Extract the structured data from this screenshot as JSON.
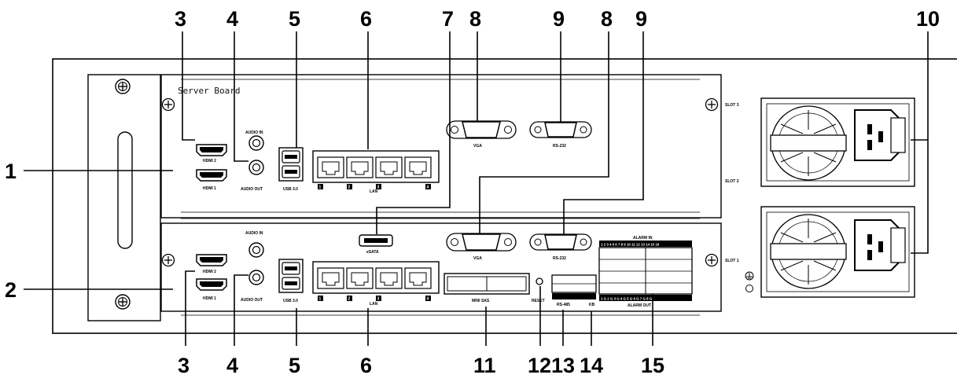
{
  "callouts": {
    "top": [
      "3",
      "4",
      "5",
      "6",
      "7",
      "8",
      "9",
      "8",
      "9",
      "10"
    ],
    "left": [
      "1",
      "2"
    ],
    "bottom": [
      "3",
      "4",
      "5",
      "6",
      "11",
      "12",
      "13",
      "14",
      "15"
    ]
  },
  "board": {
    "server_board": "Server Board",
    "slot1": "SLOT 1",
    "slot2": "SLOT 2",
    "slot3": "SLOT 3"
  },
  "upper": {
    "audio_in": "AUDIO IN",
    "audio_out": "AUDIO OUT",
    "hdmi2": "HDMI 2",
    "hdmi1": "HDMI 1",
    "usb": "USB 3.0",
    "lan": "LAN",
    "lan_ports": [
      "1",
      "2",
      "3",
      "4"
    ],
    "vga": "VGA",
    "rs232": "RS-232"
  },
  "lower": {
    "audio_in": "AUDIO IN",
    "audio_out": "AUDIO OUT",
    "hdmi2": "HDMI 2",
    "hdmi1": "HDMI 1",
    "usb": "USB 3.0",
    "lan": "LAN",
    "lan_ports": [
      "1",
      "2",
      "3",
      "4"
    ],
    "esata": "eSATA",
    "vga": "VGA",
    "rs232": "RS-232",
    "minisas": "MINI SAS",
    "reset": "RESET",
    "rs485": "RS-485",
    "kb": "KB",
    "alarm_in": "ALARM IN",
    "alarm_out": "ALARM OUT",
    "alarm_in_pins": "1 2 3 4 5 6 7 8  9 10 11 12 13 14 15 16",
    "alarm_out_pins": "1 G 2 G 3 G 4 G  5 G 6 G 7 G 8 G"
  }
}
